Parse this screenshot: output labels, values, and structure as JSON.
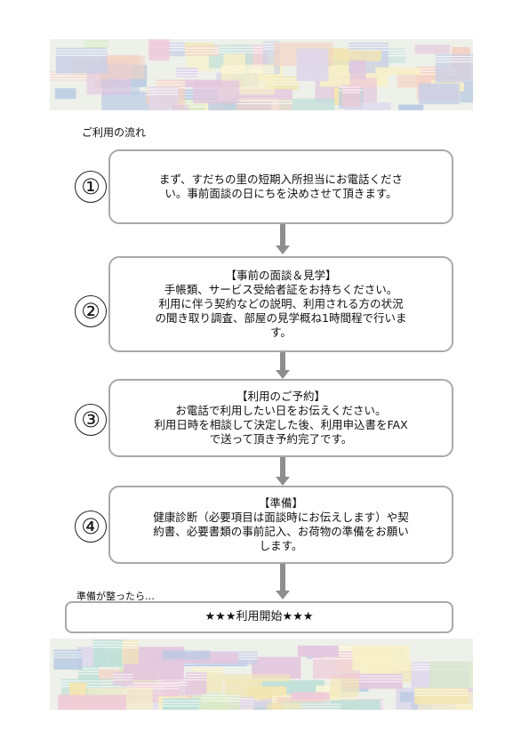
{
  "section_title": "ご利用の流れ",
  "steps": [
    {
      "number": "①",
      "heading": "",
      "lines": [
        "まず、すだちの里の短期入所担当にお電話くださ",
        "い。事前面談の日にちを決めさせて頂きます。"
      ]
    },
    {
      "number": "②",
      "heading": "【事前の面談＆見学】",
      "lines": [
        "手帳類、サービス受給者証をお持ちください。",
        "利用に伴う契約などの説明、利用される方の状況",
        "の聞き取り調査、部屋の見学概ね1時間程で行いま",
        "す。"
      ]
    },
    {
      "number": "③",
      "heading": "【利用のご予約】",
      "lines": [
        "お電話で利用したい日をお伝えください。",
        "利用日時を相談して決定した後、利用申込書をFAX",
        "で送って頂き予約完了です。"
      ]
    },
    {
      "number": "④",
      "heading": "【準備】",
      "lines": [
        "健康診断（必要項目は面談時にお伝えします）や契",
        "約書、必要書類の事前記入、お荷物の準備をお願い",
        "します。"
      ]
    }
  ],
  "after_note": "準備が整ったら…",
  "start_label": "★★★利用開始★★★",
  "colors": {
    "box_border": "#a9a9a9",
    "arrow": "#8e8e8e",
    "banner_palette": [
      "#e3c6de",
      "#bfe0d8",
      "#f2e6b3",
      "#c9cfe6",
      "#f3d2c4",
      "#d6e9c4",
      "#ddd6ec",
      "#f7f0c8",
      "#b7c9e3",
      "#efc9d8"
    ]
  }
}
